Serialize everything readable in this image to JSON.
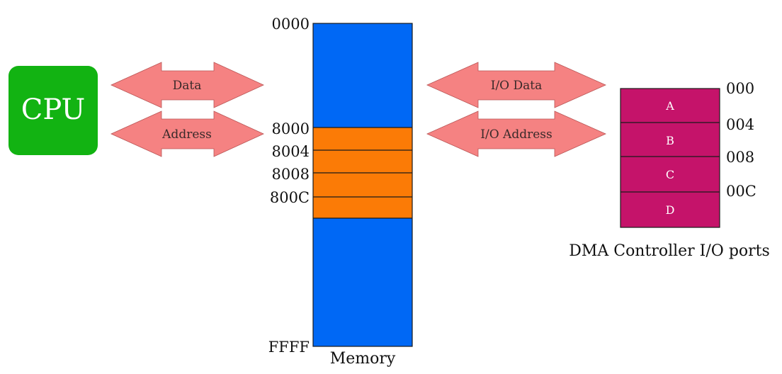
{
  "colors": {
    "cpu": "#12b312",
    "arrow": "#f58282",
    "arrow_stroke": "#b95555",
    "memory_blue": "#0068f5",
    "memory_orange": "#fb7b06",
    "dma_port": "#c5136a",
    "line": "#1a1a1a"
  },
  "cpu": {
    "label": "CPU",
    "icon": "cpu-box"
  },
  "buses": {
    "cpu_data": "Data",
    "cpu_address": "Address",
    "io_data": "I/O Data",
    "io_address": "I/O Address"
  },
  "memory": {
    "caption": "Memory",
    "addresses": [
      "0000",
      "8000",
      "8004",
      "8008",
      "800C",
      "FFFF"
    ]
  },
  "dma": {
    "caption": "DMA Controller I/O ports",
    "ports": [
      "A",
      "B",
      "C",
      "D"
    ],
    "addresses": [
      "000",
      "004",
      "008",
      "00C"
    ]
  }
}
